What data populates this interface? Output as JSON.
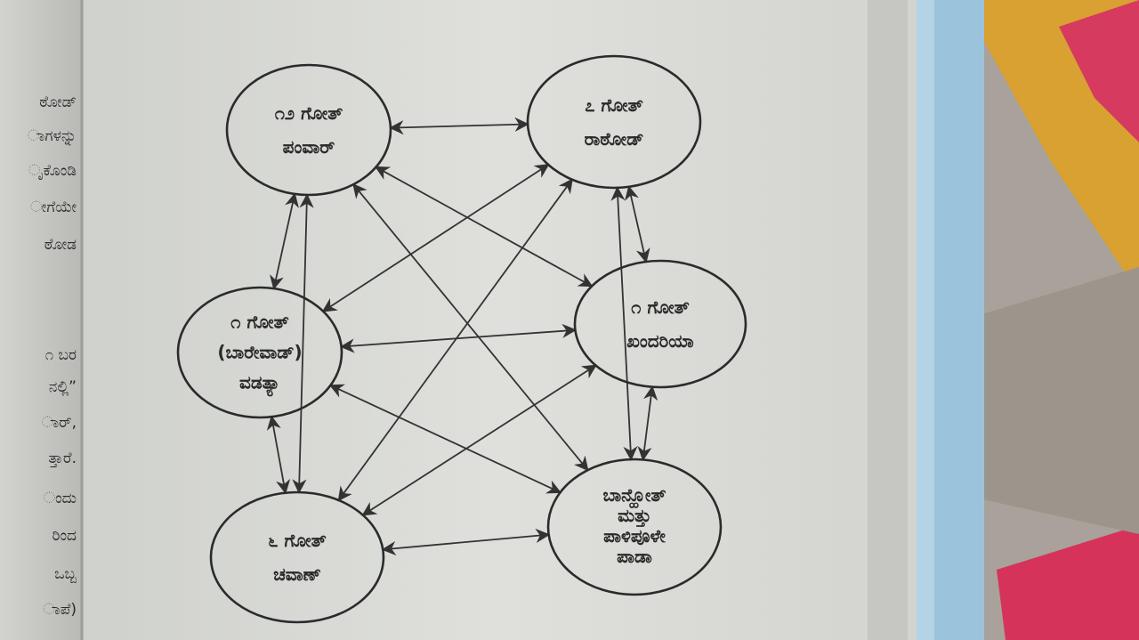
{
  "diagram": {
    "nodes": [
      {
        "id": "n1",
        "lines": [
          "೧೨ ಗೋತ್",
          "ಪಂವಾರ್"
        ]
      },
      {
        "id": "n2",
        "lines": [
          "೭ ಗೋತ್",
          "ರಾಠೋಡ್"
        ]
      },
      {
        "id": "n3",
        "lines": [
          "೧ ಗೋತ್",
          "(ಬಾರೇವಾಡ್)",
          "ವಡತ್ಯಾ"
        ]
      },
      {
        "id": "n4",
        "lines": [
          "೧ ಗೋತ್",
          "ಖಂದರಿಯಾ"
        ]
      },
      {
        "id": "n5",
        "lines": [
          "೬ ಗೋತ್",
          "ಚವಾಣ್"
        ]
      },
      {
        "id": "n6",
        "lines": [
          "ಬಾನ್ಹೋತ್",
          "ಮತ್ತು",
          "ಪಾಳಿಪೂಳೇ",
          "ಪಾಡಾ"
        ]
      }
    ],
    "edges": [
      [
        "n1",
        "n2"
      ],
      [
        "n1",
        "n3"
      ],
      [
        "n1",
        "n4"
      ],
      [
        "n1",
        "n5"
      ],
      [
        "n1",
        "n6"
      ],
      [
        "n2",
        "n3"
      ],
      [
        "n2",
        "n4"
      ],
      [
        "n2",
        "n5"
      ],
      [
        "n2",
        "n6"
      ],
      [
        "n3",
        "n4"
      ],
      [
        "n3",
        "n5"
      ],
      [
        "n3",
        "n6"
      ],
      [
        "n4",
        "n5"
      ],
      [
        "n4",
        "n6"
      ],
      [
        "n5",
        "n6"
      ]
    ]
  },
  "margin_text": [
    "ಠೋಡ್",
    "ಾಗಳನ್ನು",
    "ೃಕೊಂಡಿ",
    "ೕಗೆಯೇ",
    "ಠೋಡ",
    "೧ ಬರ",
    "ನಲ್ಲಿ”",
    "ಾರ್,",
    "ತ್ತಾರೆ.",
    "ಂದು",
    "ರಿಂದ",
    "ಒಬ್ಬ",
    "ಾಪೆ)"
  ]
}
